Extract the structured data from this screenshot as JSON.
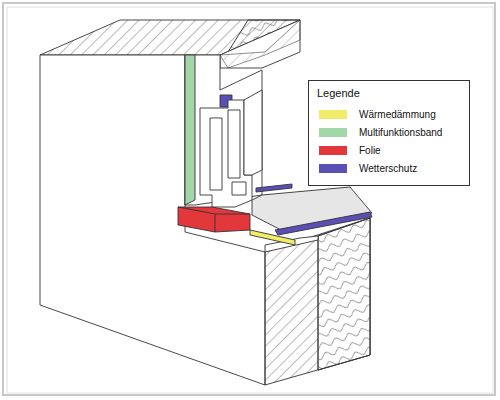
{
  "diagram": {
    "labels": [
      "Legende"
    ],
    "legend": [
      {
        "text": "Wärmedämmung",
        "color": "#f3ec6a"
      },
      {
        "text": "Multifunktionsband",
        "color": "#a3d6a9"
      },
      {
        "text": "Folie",
        "color": "#e2373b"
      },
      {
        "text": "Wetterschutz",
        "color": "#5b4fb5"
      }
    ]
  }
}
